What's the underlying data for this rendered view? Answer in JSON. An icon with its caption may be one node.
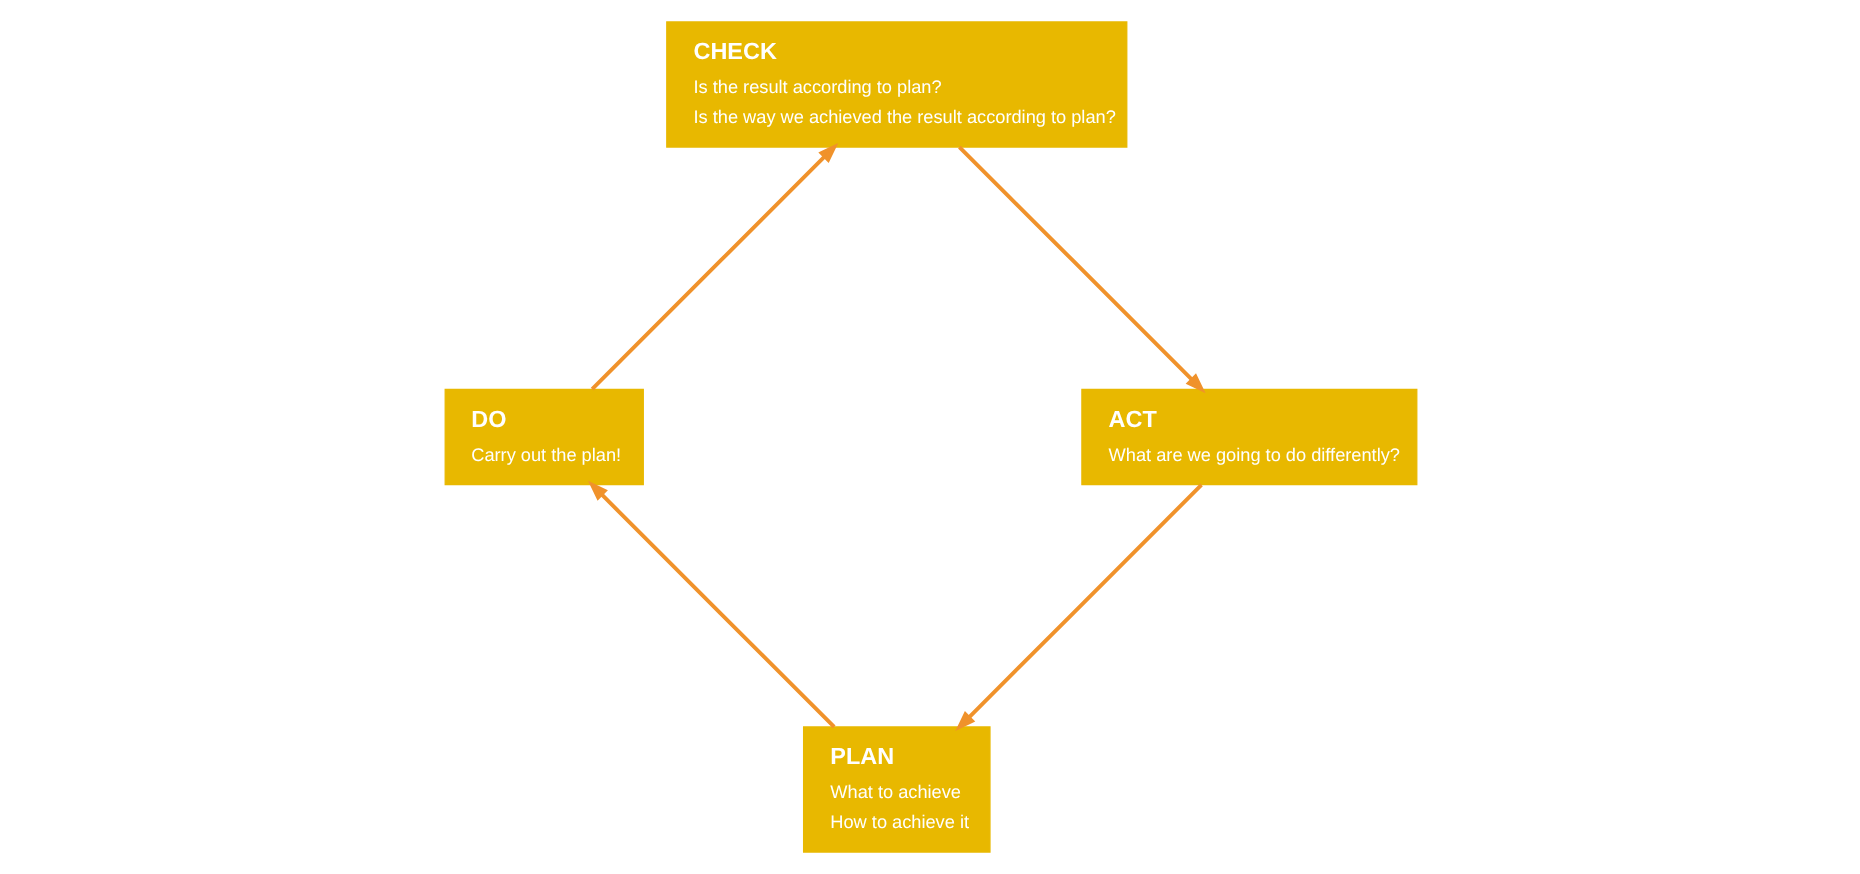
{
  "diagram": {
    "nodes": [
      {
        "text": [
          "PLAN",
          "What to achieve",
          "How to achieve it"
        ]
      },
      {
        "text": [
          "ACT",
          "What are we going to do differently?"
        ]
      },
      {
        "text": [
          "CHECK",
          "Is the result according to plan?",
          "Is the way we achieved the result according to plan?"
        ]
      },
      {
        "text": [
          "DO",
          "Carry out the plan!"
        ]
      }
    ],
    "edges": [
      {
        "from": 0,
        "to": 3,
        "arrow": "to"
      },
      {
        "from": 3,
        "to": 2,
        "arrow": "to"
      },
      {
        "from": 2,
        "to": 1,
        "arrow": "to"
      },
      {
        "from": 1,
        "to": 0,
        "arrow": "to"
      }
    ]
  }
}
